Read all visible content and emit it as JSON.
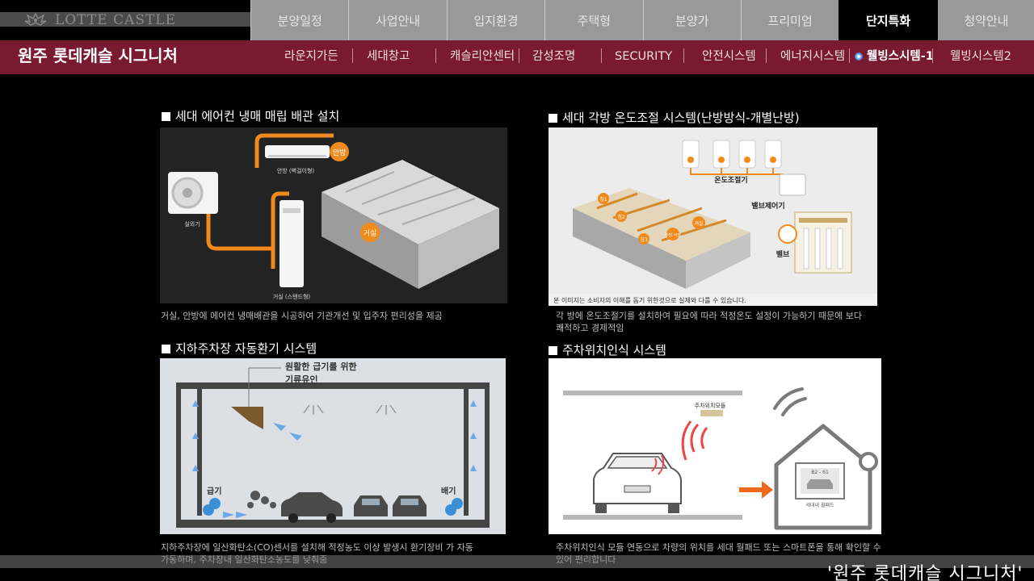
{
  "brand": {
    "logo_text": "LOTTE CASTLE"
  },
  "main_nav": [
    {
      "label": "분양일정",
      "active": false
    },
    {
      "label": "사업안내",
      "active": false
    },
    {
      "label": "입지환경",
      "active": false
    },
    {
      "label": "주택형",
      "active": false
    },
    {
      "label": "분양가",
      "active": false
    },
    {
      "label": "프리미엄",
      "active": false
    },
    {
      "label": "단지특화",
      "active": true
    },
    {
      "label": "청약안내",
      "active": false
    }
  ],
  "page_title": "원주 롯데캐슬 시그니처",
  "sub_nav": [
    {
      "label": "라운지가든",
      "active": false
    },
    {
      "label": "세대창고",
      "active": false
    },
    {
      "label": "캐슬리안센터",
      "active": false
    },
    {
      "label": "감성조명",
      "active": false
    },
    {
      "label": "SECURITY",
      "active": false
    },
    {
      "label": "안전시스템",
      "active": false
    },
    {
      "label": "에너지시스템",
      "active": false
    },
    {
      "label": "웰빙스시템-1",
      "active": true
    },
    {
      "label": "웰빙시스템2",
      "active": false
    }
  ],
  "sections": {
    "aircon": {
      "title": "세대 에어컨 냉매 매립 배관 설치",
      "caption": "거실, 안방에 에어컨 냉매배관을 시공하여 기관개선 및 입주자 편리성을 제공",
      "labels": {
        "outdoor": "실외기",
        "bedroom_unit": "안방 (벽걸이형)",
        "living_unit": "거실 (스탠드형)",
        "bedroom_badge": "안방",
        "living_badge": "거실"
      }
    },
    "heating": {
      "title": "세대 각방 온도조절 시스템(난방방식-개별난방)",
      "caption": "각 방에 온도조절기를 설치하여 필요에 따라 적정온도 설정이 가능하기 때문에 보다 쾌적하고 경제적임",
      "labels": {
        "thermostat": "온도조절기",
        "valve_controller": "밸브제어기",
        "valve": "밸브",
        "note": "본 이미지는 소비자의 이해를 돕기 위한것으로 실제와 다를 수 있습니다.",
        "room1": "침1",
        "room2": "침2",
        "room3": "침3",
        "room_living": "거실",
        "room_kitchen": "주방·식당"
      }
    },
    "parking_vent": {
      "title": "지하주차장 자동환기 시스템",
      "caption": "지하주차장에 일산화탄소(CO)센서를 설치해 적정농도 이상 발생시 환기장비 가 자동 가동하며, 주차장내 일산화탄소농도를 낮춰줌",
      "labels": {
        "airflow_line1": "원활한 급기를 위한",
        "airflow_line2": "기류유인",
        "intake": "급기",
        "exhaust": "배기"
      }
    },
    "parking_location": {
      "title": "주차위치인식 시스템",
      "caption": "주차위치인식 모듈 연동으로 차량의 위치를 세대 월패드 또는 스마트폰을 통해 확인할 수 있어 편리합니다",
      "labels": {
        "module": "주차위치모듈",
        "screen_code": "B2 - 61",
        "wallpad": "세대내 월패드"
      }
    }
  },
  "watermark": "'원주 롯데캐슬 시그니처'",
  "colors": {
    "brand_red": "#7a1a30",
    "accent_orange": "#f08a1c",
    "nav_gray": "#999999"
  }
}
